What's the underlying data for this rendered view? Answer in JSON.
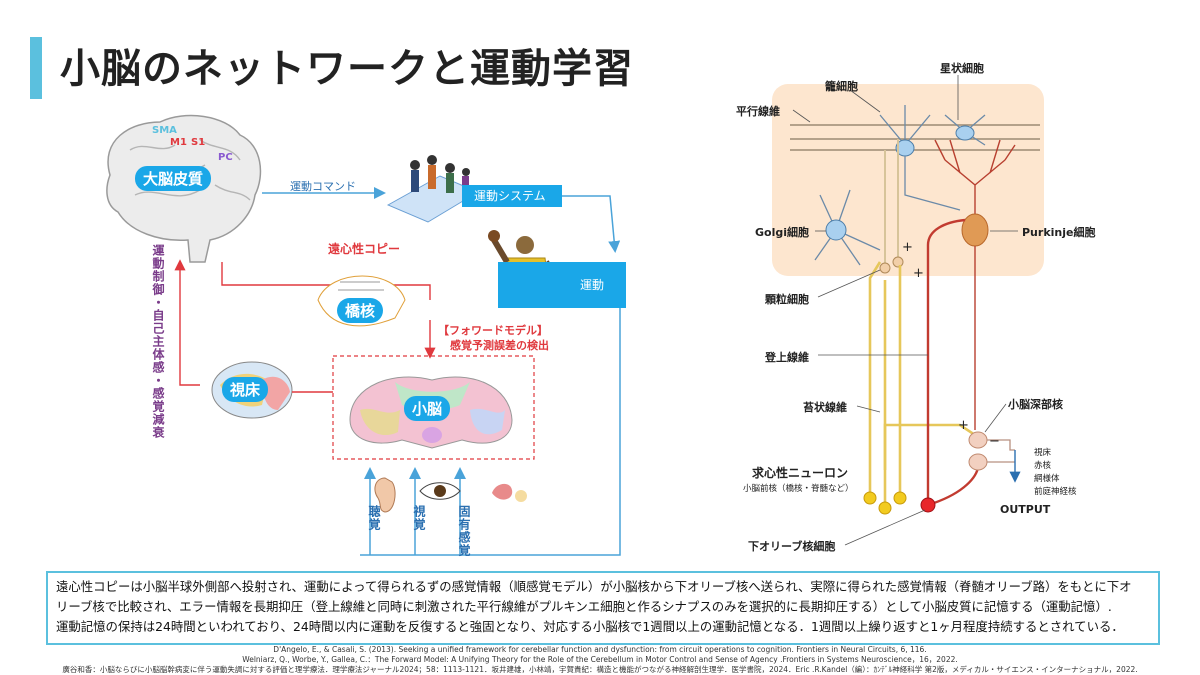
{
  "title": "小脳のネットワークと運動学習",
  "left": {
    "cortex_label": "大脳皮質",
    "areas": {
      "sma": "SMA",
      "m1": "M1",
      "s1": "S1",
      "pc": "PC"
    },
    "motor_command": "運動コマンド",
    "motor_system": "運動システム",
    "movement": "運動",
    "efference_copy": "遠心性コピー",
    "pons": "橋核",
    "forward_model_1": "【フォワードモデル】",
    "forward_model_2": "感覚予測誤差の検出",
    "thalamus": "視床",
    "cerebellum": "小脳",
    "vertical_left": "運動制御・自己主体感・感覚減衰",
    "senses": {
      "hearing": "聴覚",
      "vision": "視覚",
      "proprio": "固有感覚"
    }
  },
  "right": {
    "stellate": "星状細胞",
    "basket": "籠細胞",
    "parallel_fiber": "平行線維",
    "golgi": "Golgi細胞",
    "purkinje": "Purkinje細胞",
    "granule": "顆粒細胞",
    "climbing_fiber": "登上線維",
    "mossy_fiber": "苔状線維",
    "deep_nuclei": "小脳深部核",
    "afferent": "求心性ニューロン",
    "afferent_sub": "小脳前核（橋核・脊髄など）",
    "output": "OUTPUT",
    "targets": [
      "視床",
      "赤核",
      "網様体",
      "前庭神経核"
    ],
    "inferior_olive": "下オリーブ核細胞",
    "plus": "+",
    "minus": "−"
  },
  "note": {
    "line1": "遠心性コピーは小脳半球外側部へ投射され、運動によって得られるずの感覚情報（順感覚モデル）が小脳核から下オリーブ核へ送られ、実際に得られた感覚情報（脊髄オリーブ路）をもとに下オ",
    "line2": "リーブ核で比較され、エラー情報を長期抑圧（登上線維と同時に刺激された平行線維がプルキンエ細胞と作るシナプスのみを選択的に長期抑圧する）として小脳皮質に記憶する（運動記憶）.",
    "line3": "運動記憶の保持は24時間といわれており、24時間以内に運動を反復すると強固となり、対応する小脳核で1週間以上の運動記憶となる．1週間以上繰り返すと1ヶ月程度持続するとされている．"
  },
  "refs": [
    "D'Angelo, E., & Casali, S. (2013). Seeking a unified framework for cerebellar function and dysfunction: from circuit operations to cognition. Frontiers in Neural Circuits, 6, 116.",
    "Welniarz, Q., Worbe, Y., Gallea, C.：The Forward Model: A Unifying Theory for the Role of the Cerebellum in Motor Control and Sense of Agency .Frontiers in Systems Neuroscience，16，2022.",
    "廣谷和香：小脳ならびに小脳脳幹病変に伴う運動失調に対する評価と理学療法．理学療法ジャーナル2024；58：1113-1121．坂井建雄，小林靖，宇賀貴紀：構造と機能がつながる神経解剖生理学．医学書院，2024．Eric .R.Kandel（編）：ｶﾝﾃﾞﾙ神経科学 第2版，メディカル・サイエンス・インターナショナル，2022."
  ],
  "colors": {
    "accent": "#5bc0de",
    "chip": "#1aa7e8",
    "red": "#e0393e",
    "yellow_fiber": "#e6c75a",
    "climbing": "#c23b30",
    "panel_bg": "#fde6cf"
  }
}
